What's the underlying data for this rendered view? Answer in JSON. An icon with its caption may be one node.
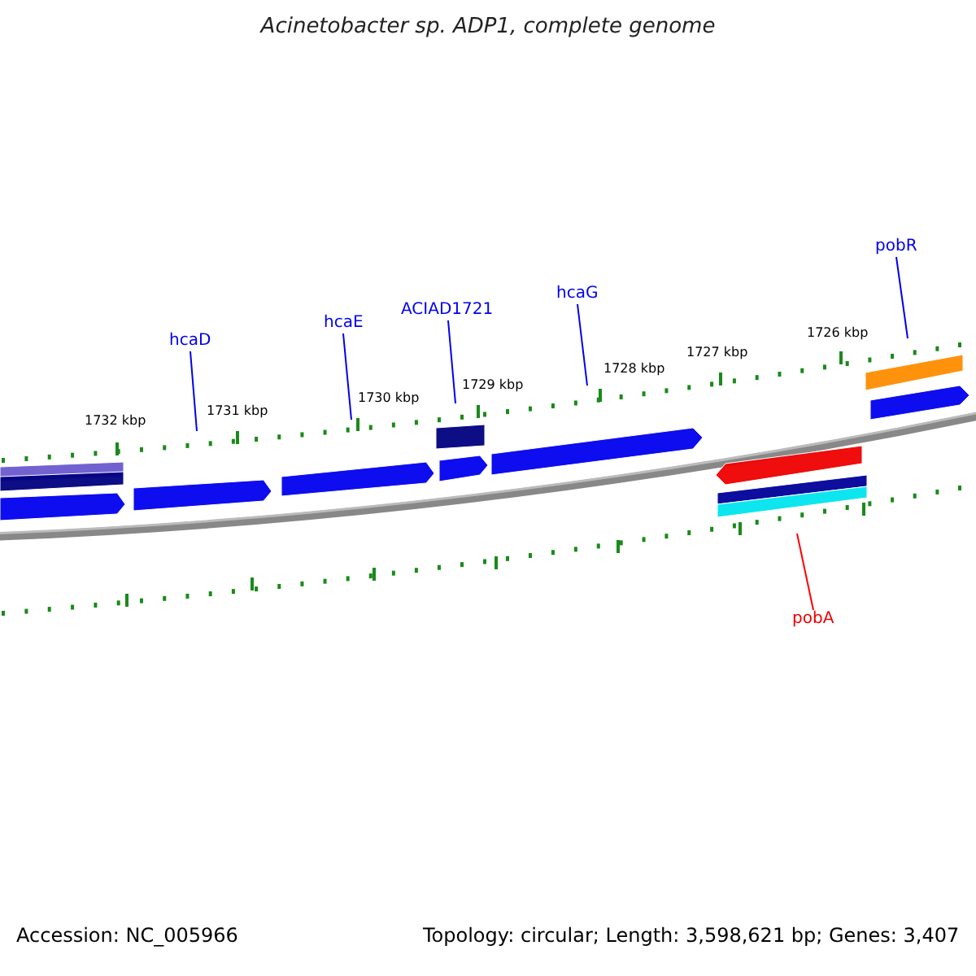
{
  "diagram": {
    "title": "Acinetobacter sp. ADP1, complete genome",
    "nodes": [
      {
        "text": [
          "hcaD"
        ]
      },
      {
        "text": [
          "hcaE"
        ]
      },
      {
        "text": [
          "ACIAD1721"
        ]
      },
      {
        "text": [
          "hcaG"
        ]
      },
      {
        "text": [
          "pobR"
        ]
      },
      {
        "text": [
          "pobA"
        ]
      }
    ],
    "edges": [
      {
        "from": 0,
        "to": null,
        "arrow": "none"
      },
      {
        "from": 1,
        "to": null,
        "arrow": "none"
      },
      {
        "from": 2,
        "to": null,
        "arrow": "none"
      },
      {
        "from": 3,
        "to": null,
        "arrow": "none"
      },
      {
        "from": 4,
        "to": null,
        "arrow": "none"
      },
      {
        "from": 5,
        "to": null,
        "arrow": "none",
        "color": "#ff0000"
      }
    ],
    "labels": [
      "1732 kbp",
      "1731 kbp",
      "1730 kbp",
      "1729 kbp",
      "1728 kbp",
      "1727 kbp",
      "1726 kbp",
      "Accession: NC_005966",
      "Topology: circular; Length: 3,598,621 bp; Genes: 3,407"
    ]
  }
}
